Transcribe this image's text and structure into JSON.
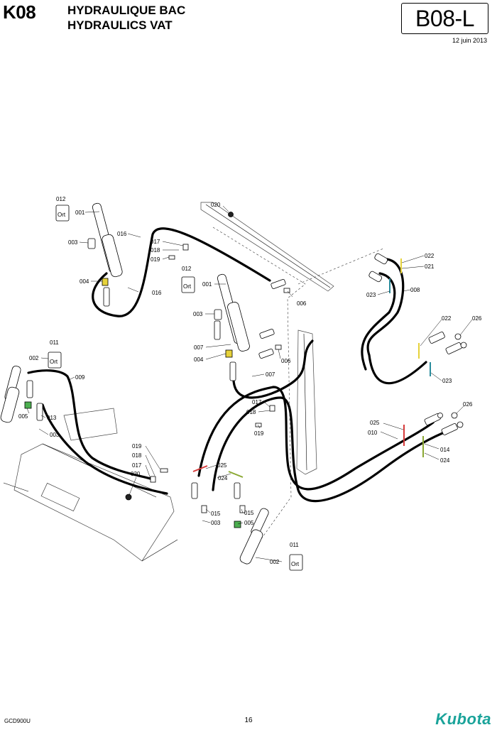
{
  "header": {
    "code": "K08",
    "title_fr": "HYDRAULIQUE BAC",
    "title_en": "HYDRAULICS VAT",
    "ref": "B08-L",
    "date": "12 juin 2013"
  },
  "footer": {
    "doc_code": "GCD900U",
    "page": "16",
    "logo": "Kubota"
  },
  "colors": {
    "brand": "#1aa39a",
    "yellow_part": "#e6d23a",
    "green_part": "#4caf50",
    "red_tag": "#d63a3a",
    "teal_tag": "#2a8c9c",
    "olive_tag": "#8aa832"
  },
  "labels": {
    "p001": "001",
    "p002": "002",
    "p003": "003",
    "p004": "004",
    "p005": "005",
    "p006": "006",
    "p007": "007",
    "p008": "008",
    "p009": "009",
    "p010": "010",
    "p011": "011",
    "p012": "012",
    "p013": "013",
    "p014": "014",
    "p015": "015",
    "p016": "016",
    "p017": "017",
    "p018": "018",
    "p019": "019",
    "p020": "020",
    "p021": "021",
    "p022": "022",
    "p023": "023",
    "p024": "024",
    "p025": "025",
    "p026": "026"
  },
  "bag_text": "Ort"
}
